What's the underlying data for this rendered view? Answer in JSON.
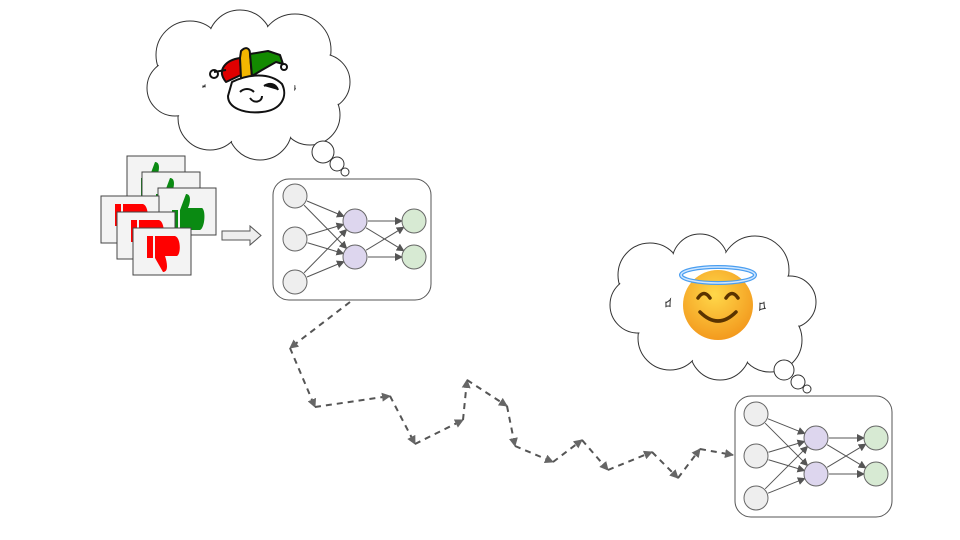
{
  "colors": {
    "thumb_up": "#0a8a12",
    "thumb_down": "#ff0000",
    "card_bg": "#f3f3f3",
    "input_node": "#eeeeee",
    "hidden_node": "#ddd6ee",
    "output_node": "#d7ead3",
    "path": "#555555",
    "jester_red": "#e00000",
    "jester_yellow": "#f2b600",
    "jester_green": "#138a00",
    "halo": "#7ab8f5",
    "face": "#f7b52b"
  },
  "icons": {
    "feedback_cards": [
      "thumbs-up-icon",
      "thumbs-up-icon",
      "thumbs-up-icon",
      "thumbs-down-icon",
      "thumbs-down-icon",
      "thumbs-down-icon"
    ],
    "first_thought": "jester-icon",
    "second_thought": "smiling-face-with-halo-icon"
  },
  "networks": [
    {
      "layers": [
        3,
        2,
        2
      ]
    },
    {
      "layers": [
        3,
        2,
        2
      ]
    }
  ]
}
